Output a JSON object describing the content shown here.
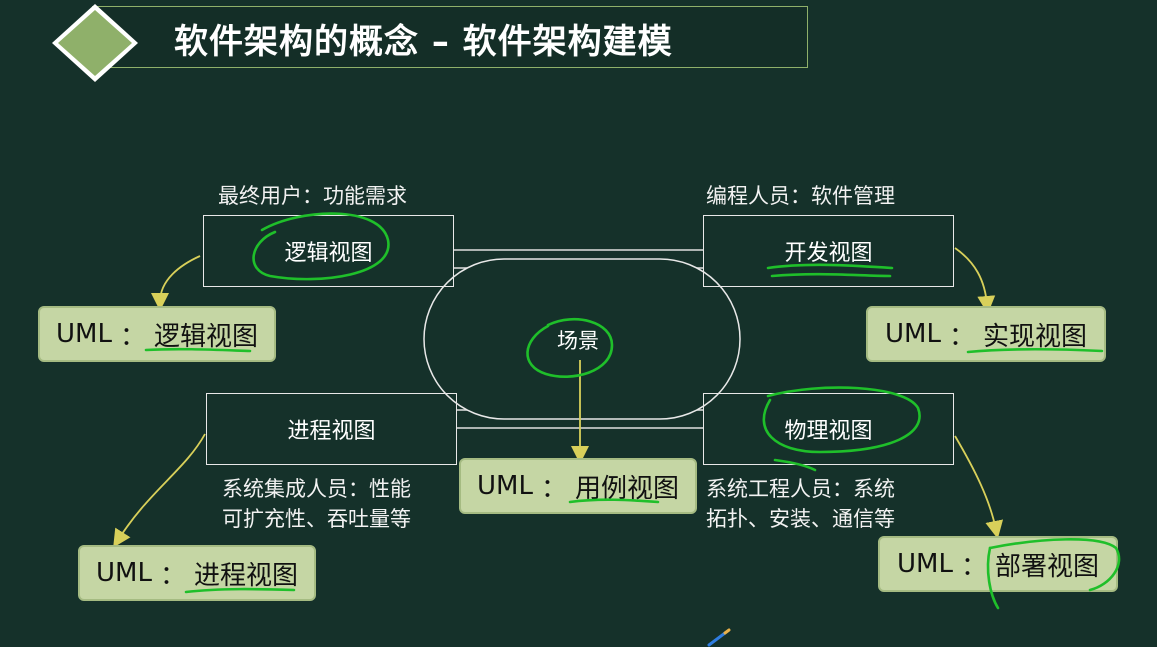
{
  "title": "软件架构的概念 – 软件架构建模",
  "views": {
    "logical": "逻辑视图",
    "development": "开发视图",
    "process": "进程视图",
    "physical": "物理视图",
    "scenario": "场景"
  },
  "captions": {
    "logical": "最终用户：功能需求",
    "development": "编程人员：软件管理",
    "process_line1": "系统集成人员：性能",
    "process_line2": "可扩充性、吞吐量等",
    "physical_line1": "系统工程人员：系统",
    "physical_line2": "拓扑、安装、通信等"
  },
  "uml": {
    "prefix": "UML",
    "separator": "：",
    "logical": "逻辑视图",
    "implementation": "实现视图",
    "process": "进程视图",
    "usecase": "用例视图",
    "deployment": "部署视图"
  },
  "colors": {
    "background": "#15312a",
    "accent_green": "#8fb06a",
    "uml_box": "#c5d6a4",
    "arrow_yellow": "#d8d05a",
    "annotation_green": "#1fbf2a"
  }
}
